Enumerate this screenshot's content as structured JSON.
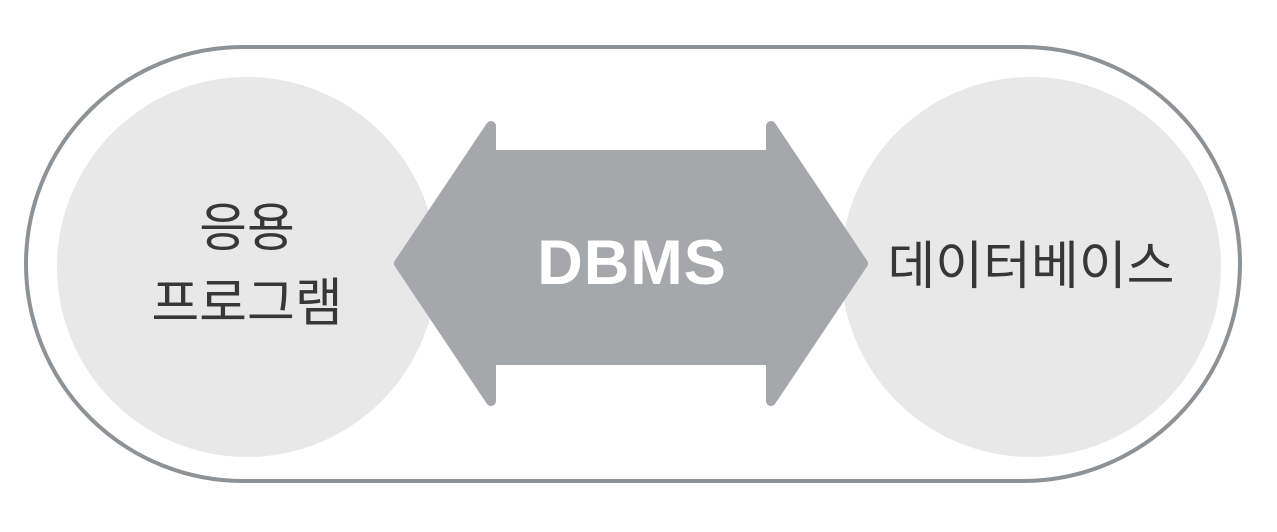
{
  "diagram": {
    "description": "DBMS relationship diagram: application program and database connected through DBMS via a bidirectional arrow",
    "left_node": {
      "label_line1": "응용",
      "label_line2": "프로그램"
    },
    "center_node": {
      "label": "DBMS"
    },
    "right_node": {
      "label": "데이터베이스"
    },
    "colors": {
      "background": "#ffffff",
      "circle_fill": "#e8e8e9",
      "arrow_fill": "#a5a8ab",
      "container_border": "#8d9296",
      "text_dark": "#373737",
      "text_light": "#ffffff"
    }
  }
}
